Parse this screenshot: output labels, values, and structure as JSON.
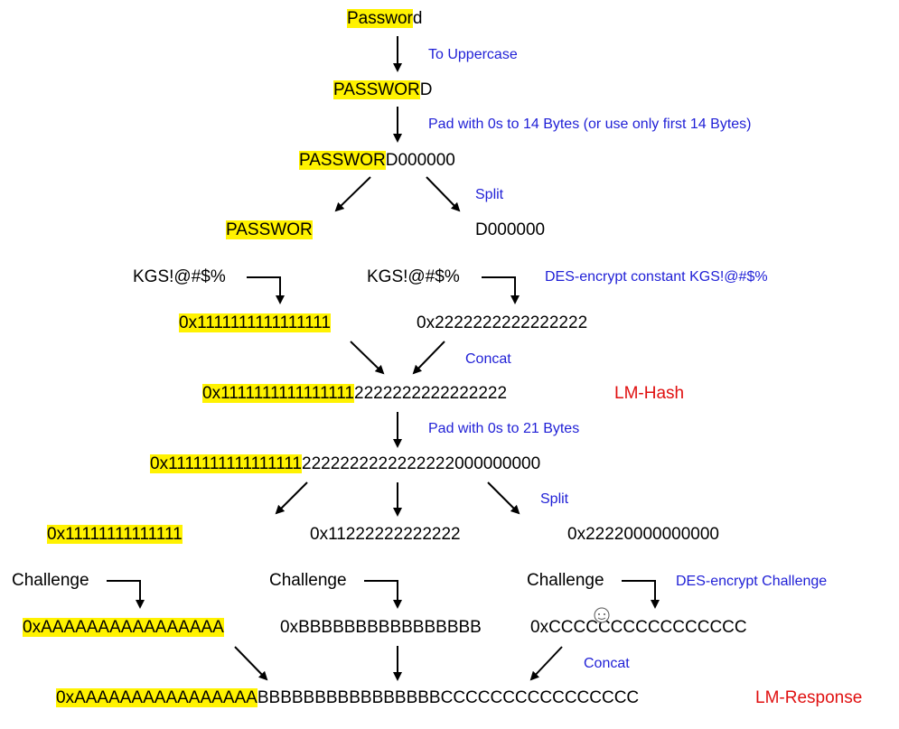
{
  "nodes": {
    "password": {
      "hl": "Passwor",
      "rest": "d"
    },
    "upper": {
      "hl": "PASSWOR",
      "rest": "D"
    },
    "padded14": {
      "hl": "PASSWOR",
      "rest": "D000000"
    },
    "half_left": {
      "hl": "PASSWOR",
      "rest": ""
    },
    "half_right": {
      "hl": "",
      "rest": "D000000"
    },
    "kgs_left": "KGS!@#$%",
    "kgs_right": "KGS!@#$%",
    "enc_left": {
      "hl": "0x1111111111111111",
      "rest": ""
    },
    "enc_right": {
      "hl": "",
      "rest": "0x2222222222222222"
    },
    "lm_hash": {
      "hl": "0x1111111111111111",
      "rest": "2222222222222222"
    },
    "padded21": {
      "hl": "0x1111111111111111",
      "rest": "2222222222222222000000000"
    },
    "part1": {
      "hl": "0x11111111111111",
      "rest": ""
    },
    "part2": {
      "hl": "",
      "rest": "0x11222222222222"
    },
    "part3": {
      "hl": "",
      "rest": "0x22220000000000"
    },
    "challenge1": "Challenge",
    "challenge2": "Challenge",
    "challenge3": "Challenge",
    "resp1": {
      "hl": "0xAAAAAAAAAAAAAAAA",
      "rest": ""
    },
    "resp2": {
      "hl": "",
      "rest": "0xBBBBBBBBBBBBBBBB"
    },
    "resp3": {
      "hl": "",
      "rest": "0xCCCCCCCCCCCCCCCC"
    },
    "lm_response": {
      "hl": "0xAAAAAAAAAAAAAAAA",
      "rest": "BBBBBBBBBBBBBBBBCCCCCCCCCCCCCCCC"
    }
  },
  "notes": {
    "uppercase": "To Uppercase",
    "pad14": "Pad with 0s to 14 Bytes (or use only first 14 Bytes)",
    "split1": "Split",
    "des_constant": "DES-encrypt constant KGS!@#$%",
    "concat1": "Concat",
    "pad21": "Pad with 0s to 21 Bytes",
    "split2": "Split",
    "des_challenge": "DES-encrypt Challenge",
    "concat2": "Concat"
  },
  "labels": {
    "lm_hash": "LM-Hash",
    "lm_response": "LM-Response"
  },
  "colors": {
    "highlight": "#fff200",
    "note": "#1f1fd6",
    "label": "#e01010"
  }
}
